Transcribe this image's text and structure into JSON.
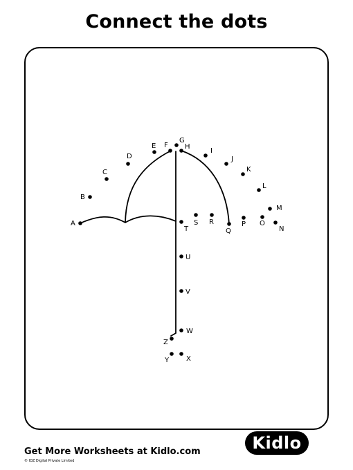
{
  "title": "Connect the dots",
  "footer": {
    "cta": "Get More Worksheets at Kidlo.com",
    "copyright": "© IDZ Digital Private Limited",
    "logo": "Kidlo"
  },
  "dots": [
    {
      "label": "A"
    },
    {
      "label": "B"
    },
    {
      "label": "C"
    },
    {
      "label": "D"
    },
    {
      "label": "E"
    },
    {
      "label": "F"
    },
    {
      "label": "G"
    },
    {
      "label": "H"
    },
    {
      "label": "I"
    },
    {
      "label": "J"
    },
    {
      "label": "K"
    },
    {
      "label": "L"
    },
    {
      "label": "M"
    },
    {
      "label": "N"
    },
    {
      "label": "O"
    },
    {
      "label": "P"
    },
    {
      "label": "Q"
    },
    {
      "label": "R"
    },
    {
      "label": "S"
    },
    {
      "label": "T"
    },
    {
      "label": "U"
    },
    {
      "label": "V"
    },
    {
      "label": "W"
    },
    {
      "label": "X"
    },
    {
      "label": "Y"
    },
    {
      "label": "Z"
    }
  ]
}
